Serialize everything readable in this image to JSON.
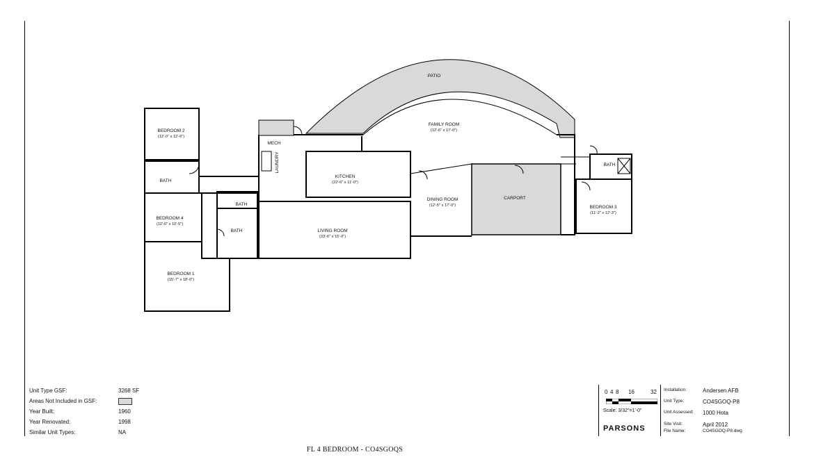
{
  "rooms": {
    "patio": {
      "label": "PATIO"
    },
    "family_room": {
      "label": "FAMILY ROOM",
      "dims": "(12'-6\" x 17'-0\")"
    },
    "bedroom_2": {
      "label": "BEDROOM 2",
      "dims": "(12'-0\" x 12'-6\")"
    },
    "bath_a": {
      "label": "BATH"
    },
    "bedroom_4": {
      "label": "BEDROOM 4",
      "dims": "(12'-0\" x 10'-5\")"
    },
    "bedroom_1": {
      "label": "BEDROOM 1",
      "dims": "(15'-7\" x 18'-0\")"
    },
    "mech": {
      "label": "MECH"
    },
    "laundry": {
      "label": "LAUNDRY"
    },
    "kitchen": {
      "label": "KITCHEN",
      "dims": "(22'-6\" x 11'-0\")"
    },
    "bath_b": {
      "label": "BATH"
    },
    "bath_c": {
      "label": "BATH"
    },
    "living_room": {
      "label": "LIVING ROOM",
      "dims": "(33'-6\" x 15'-0\")"
    },
    "dining_room": {
      "label": "DINING ROOM",
      "dims": "(12'-5\" x 17'-0\")"
    },
    "carport": {
      "label": "CARPORT"
    },
    "bath_d": {
      "label": "BATH"
    },
    "bedroom_3": {
      "label": "BEDROOM 3",
      "dims": "(11'-2\" x 12'-3\")"
    }
  },
  "info": {
    "gsf_label": "Unit Type GSF:",
    "gsf_value": "3268 SF",
    "not_included_label": "Areas Not Included in GSF:",
    "year_built_label": "Year Built:",
    "year_built_value": "1960",
    "year_renovated_label": "Year Renovated:",
    "year_renovated_value": "1998",
    "similar_label": "Similar Unit Types:",
    "similar_value": "NA"
  },
  "title_block": {
    "scale_ticks": [
      "0",
      "4",
      "8",
      "16",
      "32"
    ],
    "scale_text": "Scale: 3/32\"=1'-0\"",
    "brand": "PARSONS",
    "installation_label": "Installation:",
    "installation_value": "Andersen AFB",
    "unit_type_label": "Unit Type:",
    "unit_type_value": "CO4SGOQ-P8",
    "unit_assessed_label": "Unit Assessed:",
    "unit_assessed_value": "1000 Hota",
    "site_visit_label": "Site Visit:",
    "site_visit_value": "April 2012",
    "file_name_label": "File Name:",
    "file_name_value": "CO4SGOQ-P8.dwg"
  },
  "footer": {
    "title": "FL 4 BEDROOM - CO4SGOQS"
  },
  "colors": {
    "shaded_area": "#d9d9d9",
    "line": "#000000"
  }
}
